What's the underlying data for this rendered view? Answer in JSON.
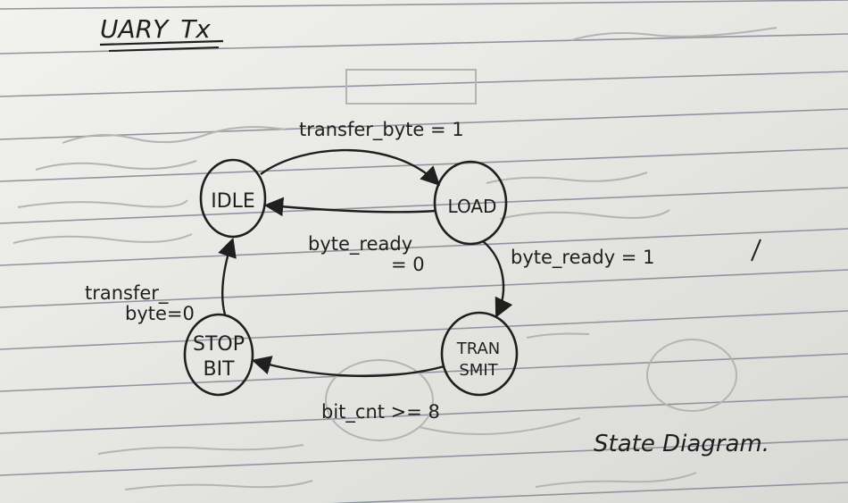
{
  "page": {
    "title": "UARY_Tx",
    "caption": "State Diagram."
  },
  "diagram": {
    "states": [
      {
        "id": "idle",
        "label": "IDLE"
      },
      {
        "id": "load",
        "label": "LOAD"
      },
      {
        "id": "transmit",
        "label_line1": "TRAN",
        "label_line2": "SMIT"
      },
      {
        "id": "stop",
        "label_line1": "STOP",
        "label_line2": "BIT"
      }
    ],
    "transitions": [
      {
        "from": "idle",
        "to": "load",
        "label": "transfer_byte = 1"
      },
      {
        "from": "load",
        "to": "idle",
        "label_line1": "byte_ready",
        "label_line2": "= 0"
      },
      {
        "from": "load",
        "to": "transmit",
        "label": "byte_ready = 1"
      },
      {
        "from": "transmit",
        "to": "stop",
        "label": "bit_cnt >= 8"
      },
      {
        "from": "stop",
        "to": "idle",
        "label_line1": "transfer_",
        "label_line2": "byte=0"
      }
    ]
  },
  "colors": {
    "paper": "#e9e9e6",
    "rule_line": "#8d96a0",
    "ink": "#1f1f1f",
    "bleed": "#b4b4b2"
  }
}
